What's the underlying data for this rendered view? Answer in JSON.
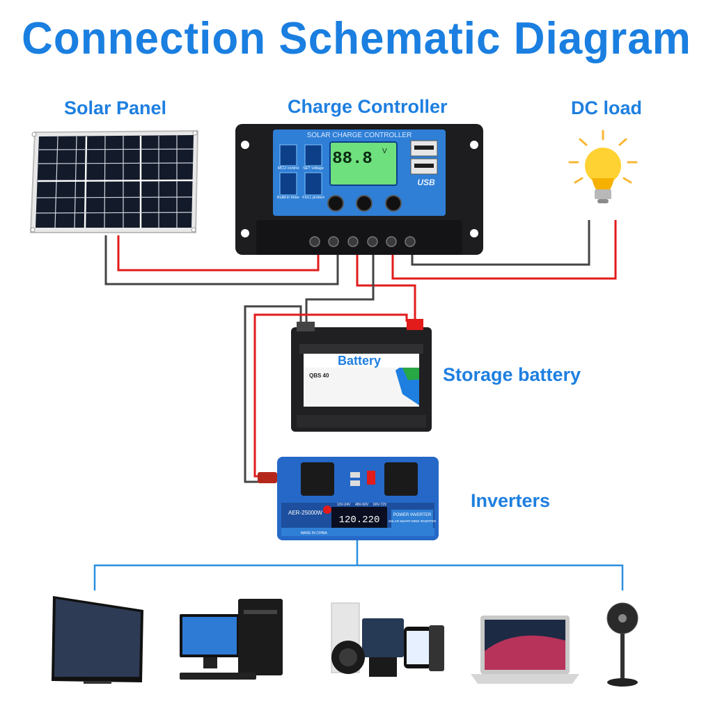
{
  "title": "Connection Schematic Diagram",
  "labels": {
    "solar_panel": "Solar Panel",
    "charge_controller": "Charge Controller",
    "dc_load": "DC load",
    "storage_battery": "Storage battery",
    "inverters": "Inverters"
  },
  "controller": {
    "header": "SOLAR CHARGE CONTROLLER",
    "lcd_value": "88.8",
    "lcd_unit": "V",
    "usb": "USB",
    "buttons": {
      "mcu": "MCU control",
      "set": "SET voltage",
      "timer": "Build-in timer",
      "protect": "FULL protect"
    }
  },
  "battery": {
    "label": "Battery",
    "model": "QBS 40"
  },
  "inverter": {
    "model": "AER-25000W",
    "display": "120.220",
    "voltage_options": [
      "12V-24V",
      "48V-60V",
      "60V-72V"
    ],
    "brand_line1": "POWER INVERTER",
    "brand_line2": "SOLAR SMART-MINE INVERTER",
    "made_in": "MADE IN CHINA"
  },
  "colors": {
    "title_blue": "#1a7fe0",
    "wire_red": "#e21b1b",
    "wire_black": "#444444",
    "bus_blue": "#2a8fe0",
    "controller_blue": "#2f7fd6"
  }
}
